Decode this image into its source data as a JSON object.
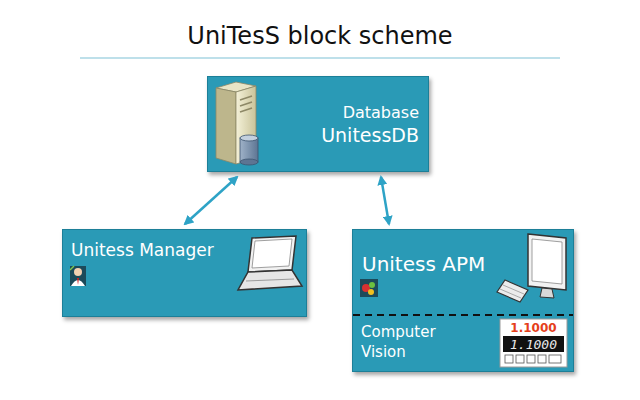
{
  "diagram": {
    "title": "UniTesS block scheme",
    "nodes": [
      {
        "text": [
          "Database",
          "UnitessDB"
        ]
      },
      {
        "text": [
          "Unitess Manager"
        ]
      },
      {
        "text": [
          "Unitess APM"
        ]
      },
      {
        "text": [
          "Computer Vision"
        ],
        "in": 2
      }
    ],
    "edges": [
      {
        "from": 0,
        "to": 1,
        "arrow": "both"
      },
      {
        "from": 0,
        "to": 2,
        "arrow": "both"
      }
    ],
    "labels": [
      "1.1000",
      "1.1000"
    ]
  }
}
